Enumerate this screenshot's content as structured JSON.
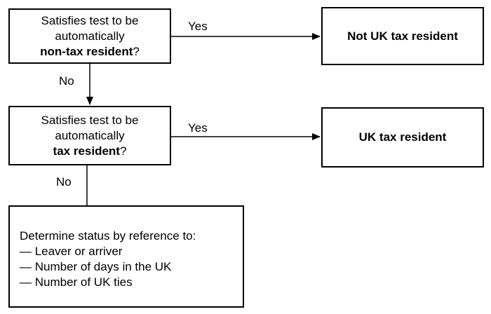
{
  "decision1": {
    "line1": "Satisfies test to be",
    "line2": "automatically",
    "line3_bold": "non-tax resident",
    "line3_suffix": "?"
  },
  "decision2": {
    "line1": "Satisfies test to be",
    "line2": "automatically",
    "line3_bold": "tax resident",
    "line3_suffix": "?"
  },
  "outcome1": "Not UK tax resident",
  "outcome2": "UK tax resident",
  "labels": {
    "yes1": "Yes",
    "no1": "No",
    "yes2": "Yes",
    "no2": "No"
  },
  "determine": {
    "heading": "Determine status by reference to:",
    "items": [
      "— Leaver or arriver",
      "— Number of days in the UK",
      "— Number of UK ties"
    ]
  }
}
